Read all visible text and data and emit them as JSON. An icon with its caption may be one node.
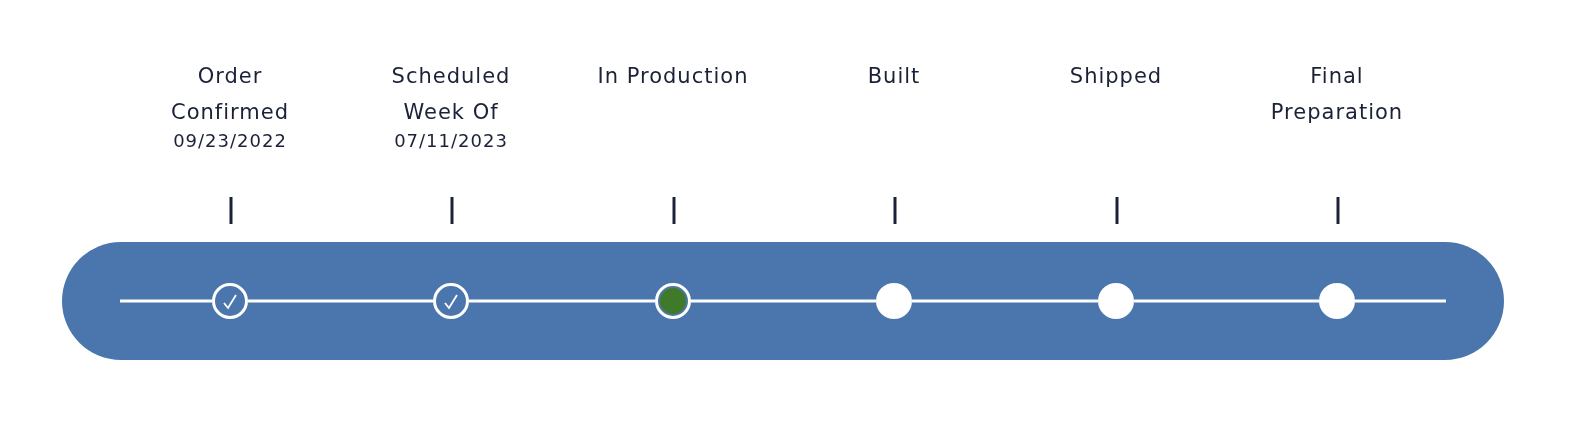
{
  "diagram": {
    "nodes": [
      {
        "text": [],
        "shape": "circle"
      },
      {
        "text": [],
        "shape": "circle"
      },
      {
        "text": [],
        "shape": "circle"
      },
      {
        "text": [],
        "shape": "circle"
      },
      {
        "text": [],
        "shape": "circle"
      },
      {
        "text": [],
        "shape": "circle"
      }
    ],
    "edges": [
      {
        "from": null,
        "to": 0,
        "arrow": "none"
      },
      {
        "from": 0,
        "to": 1,
        "arrow": "none"
      },
      {
        "from": 1,
        "to": 2,
        "arrow": "none"
      },
      {
        "from": 2,
        "to": 3,
        "arrow": "none"
      },
      {
        "from": 3,
        "to": 4,
        "arrow": "none"
      },
      {
        "from": 4,
        "to": 5,
        "arrow": "none"
      },
      {
        "from": 5,
        "to": null,
        "arrow": "none"
      }
    ],
    "labels": [
      "Order Confirmed",
      "09/23/2022",
      "Scheduled Week Of",
      "07/11/2023",
      "In Production",
      "Built",
      "Shipped",
      "Final Preparation"
    ]
  }
}
